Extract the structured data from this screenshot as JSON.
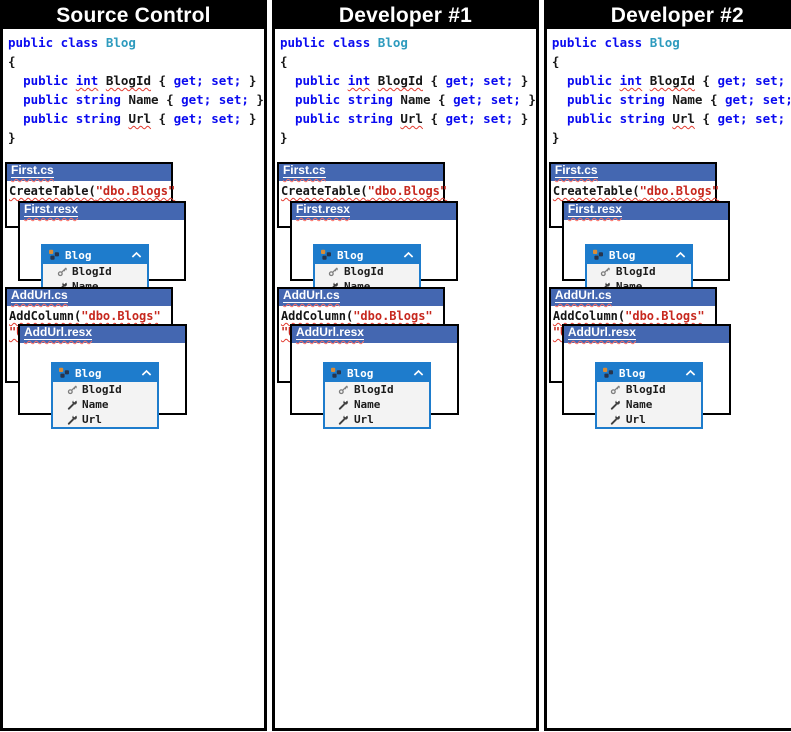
{
  "columns": [
    {
      "title": "Source Control"
    },
    {
      "title": "Developer #1"
    },
    {
      "title": "Developer #2"
    }
  ],
  "code_lines": [
    [
      {
        "x": "public class ",
        "s": "kw"
      },
      {
        "x": "Blog",
        "s": "cls"
      }
    ],
    [
      {
        "x": "{",
        "s": "pl"
      }
    ],
    [
      {
        "x": "  ",
        "s": "pl"
      },
      {
        "x": "public ",
        "s": "kw"
      },
      {
        "x": "int",
        "s": "kw sq"
      },
      {
        "x": " ",
        "s": "pl"
      },
      {
        "x": "BlogId",
        "s": "pl sq"
      },
      {
        "x": " { ",
        "s": "pl"
      },
      {
        "x": "get; ",
        "s": "kw"
      },
      {
        "x": "set;",
        "s": "kw"
      },
      {
        "x": " }",
        "s": "pl"
      }
    ],
    [
      {
        "x": "  ",
        "s": "pl"
      },
      {
        "x": "public ",
        "s": "kw"
      },
      {
        "x": "string",
        "s": "kw"
      },
      {
        "x": " ",
        "s": "pl"
      },
      {
        "x": "Name",
        "s": "pl"
      },
      {
        "x": " { ",
        "s": "pl"
      },
      {
        "x": "get; ",
        "s": "kw"
      },
      {
        "x": "set;",
        "s": "kw"
      },
      {
        "x": " }",
        "s": "pl"
      }
    ],
    [
      {
        "x": "  ",
        "s": "pl"
      },
      {
        "x": "public ",
        "s": "kw"
      },
      {
        "x": "string",
        "s": "kw"
      },
      {
        "x": " ",
        "s": "pl"
      },
      {
        "x": "Url",
        "s": "pl sq"
      },
      {
        "x": " { ",
        "s": "pl"
      },
      {
        "x": "get; ",
        "s": "kw"
      },
      {
        "x": "set;",
        "s": "kw"
      },
      {
        "x": " }",
        "s": "pl"
      }
    ],
    [
      {
        "x": "}",
        "s": "pl"
      }
    ]
  ],
  "panel": {
    "first_cs": {
      "title": "First.cs",
      "lines": [
        [
          {
            "x": "CreateTable(",
            "s": "pl sq"
          },
          {
            "x": "\"dbo.Blogs\"",
            "s": "str sq"
          }
        ]
      ]
    },
    "first_resx": {
      "title": "First.resx"
    },
    "addurl_cs": {
      "title": "AddUrl.cs",
      "lines": [
        [
          {
            "x": "AddColumn(",
            "s": "pl sq"
          },
          {
            "x": "\"dbo.Blogs\"",
            "s": "str sq"
          }
        ],
        [
          {
            "x": "\"U",
            "s": "str sq"
          }
        ]
      ]
    },
    "addurl_resx": {
      "title": "AddUrl.resx"
    },
    "entity_first": {
      "name": "Blog",
      "type_icon": "entity-icon",
      "collapse_icon": "chevron-up-icon",
      "rows": [
        {
          "icon": "key-icon",
          "label": "BlogId"
        },
        {
          "icon": "wrench-icon",
          "label": "Name"
        }
      ]
    },
    "entity_addurl": {
      "name": "Blog",
      "type_icon": "entity-icon",
      "collapse_icon": "chevron-up-icon",
      "rows": [
        {
          "icon": "key-icon",
          "label": "BlogId"
        },
        {
          "icon": "wrench-icon",
          "label": "Name"
        },
        {
          "icon": "wrench-icon",
          "label": "Url"
        }
      ]
    }
  },
  "colors": {
    "header_bg": "#000000",
    "header_text": "#ffffff",
    "window_titlebar": "#4467b1",
    "entity_blue": "#1e7ccc",
    "keyword_blue": "#0a0af0",
    "class_teal": "#2e9bbe",
    "string_red": "#c7281e",
    "squiggle_red": "#e23a2e"
  }
}
